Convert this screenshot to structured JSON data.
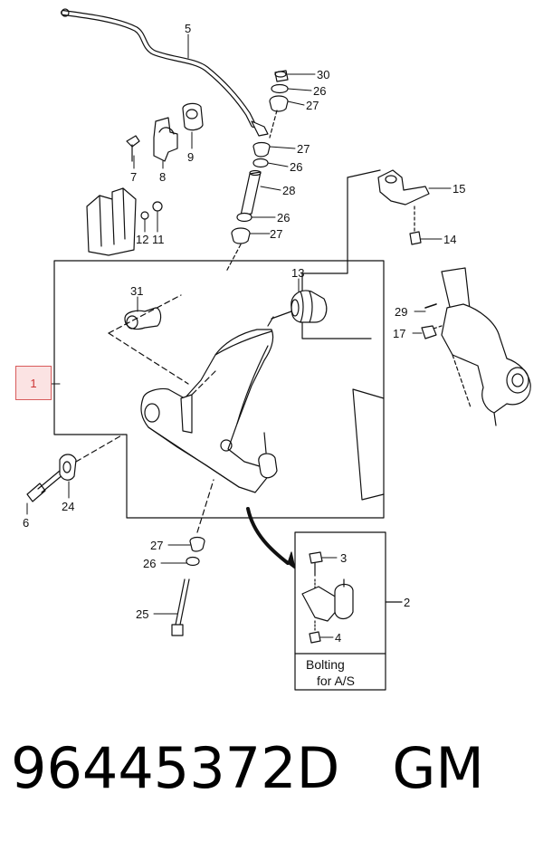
{
  "callouts": [
    {
      "id": "c5",
      "text": "5"
    },
    {
      "id": "c30",
      "text": "30"
    },
    {
      "id": "c26a",
      "text": "26"
    },
    {
      "id": "c27a",
      "text": "27"
    },
    {
      "id": "c7",
      "text": "7"
    },
    {
      "id": "c8",
      "text": "8"
    },
    {
      "id": "c9",
      "text": "9"
    },
    {
      "id": "c27b",
      "text": "27"
    },
    {
      "id": "c26b",
      "text": "26"
    },
    {
      "id": "c28",
      "text": "28"
    },
    {
      "id": "c15",
      "text": "15"
    },
    {
      "id": "c12",
      "text": "12"
    },
    {
      "id": "c11",
      "text": "11"
    },
    {
      "id": "c26c",
      "text": "26"
    },
    {
      "id": "c27c",
      "text": "27"
    },
    {
      "id": "c14",
      "text": "14"
    },
    {
      "id": "c13",
      "text": "13"
    },
    {
      "id": "c31",
      "text": "31"
    },
    {
      "id": "c29",
      "text": "29"
    },
    {
      "id": "c17",
      "text": "17"
    },
    {
      "id": "c6",
      "text": "6"
    },
    {
      "id": "c24",
      "text": "24"
    },
    {
      "id": "c27d",
      "text": "27"
    },
    {
      "id": "c26d",
      "text": "26"
    },
    {
      "id": "c25",
      "text": "25"
    },
    {
      "id": "c3",
      "text": "3"
    },
    {
      "id": "c2",
      "text": "2"
    },
    {
      "id": "c4",
      "text": "4"
    }
  ],
  "highlight_label": "1",
  "inset_caption": {
    "line1": "Bolting",
    "line2": "for  A/S"
  },
  "footer": {
    "part_number": "96445372D",
    "brand": "GM"
  },
  "colors": {
    "line": "#111111",
    "highlight_fill": "#fbe3e3",
    "highlight_border": "#d85b5b"
  }
}
